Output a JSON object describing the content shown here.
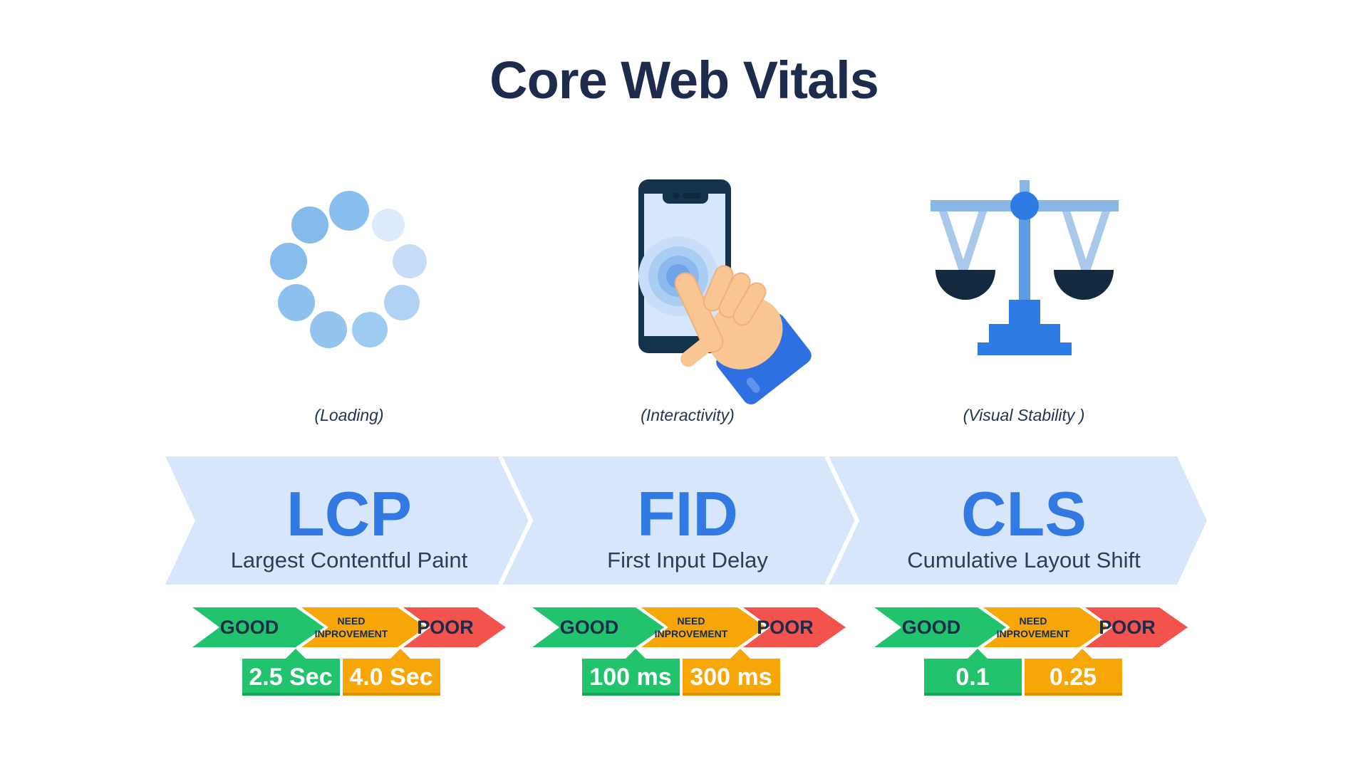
{
  "title": "Core Web Vitals",
  "colors": {
    "title": "#1d2b4c",
    "caption": "#223550",
    "banner": "#d8e6fb",
    "acronym": "#3379e3",
    "metric_name": "#2c3e59",
    "good": "#22c36d",
    "good_dark": "#17a35a",
    "need": "#f7a608",
    "need_dark": "#db9106",
    "poor": "#f2544d",
    "scale_text": "#1b2b4a",
    "badge_text": "#ffffff"
  },
  "scale_labels": {
    "good": "GOOD",
    "need_line1": "NEED",
    "need_line2": "INPROVEMENT",
    "poor": "POOR"
  },
  "metrics": [
    {
      "acronym": "LCP",
      "name": "Largest Contentful Paint",
      "category": "(Loading)",
      "icon": "loading-spinner-icon",
      "good_threshold": "2.5 Sec",
      "poor_threshold": "4.0 Sec"
    },
    {
      "acronym": "FID",
      "name": "First Input Delay",
      "category": "(Interactivity)",
      "icon": "phone-tap-icon",
      "good_threshold": "100 ms",
      "poor_threshold": "300 ms"
    },
    {
      "acronym": "CLS",
      "name": "Cumulative Layout Shift",
      "category": "(Visual Stability )",
      "icon": "balance-scale-icon",
      "good_threshold": "0.1",
      "poor_threshold": "0.25"
    }
  ]
}
